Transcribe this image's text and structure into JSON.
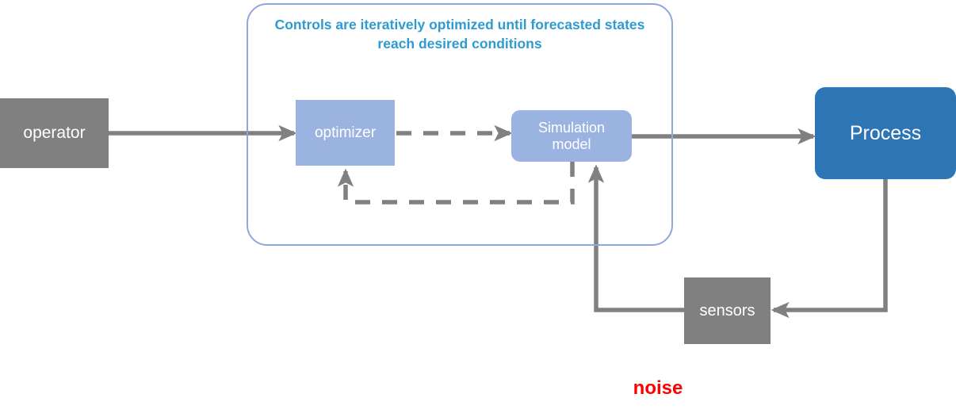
{
  "diagram": {
    "title_caption": "Controls are iteratively optimized until forecasted states reach desired conditions",
    "noise_label": "noise",
    "colors": {
      "gray_node": "#808080",
      "light_blue_node": "#9BB3E0",
      "process_blue": "#2E75B6",
      "group_border": "#8FA5DC",
      "caption_text": "#2E9BD0",
      "noise_text": "#FF0000",
      "connector_gray": "#808080"
    },
    "nodes": [
      {
        "id": "operator",
        "label": "operator"
      },
      {
        "id": "optimizer",
        "label": "optimizer"
      },
      {
        "id": "simulation",
        "label": "Simulation model"
      },
      {
        "id": "process",
        "label": "Process"
      },
      {
        "id": "sensors",
        "label": "sensors"
      }
    ],
    "connectors": [
      {
        "id": "operator-to-optimizer",
        "style": "solid",
        "arrow": true
      },
      {
        "id": "optimizer-to-simulation",
        "style": "dashed",
        "arrow": true
      },
      {
        "id": "simulation-to-process",
        "style": "solid",
        "arrow": true
      },
      {
        "id": "simulation-to-optimizer-feedback",
        "style": "dashed",
        "arrow": true
      },
      {
        "id": "process-to-sensors",
        "style": "solid",
        "arrow": true
      },
      {
        "id": "sensors-to-simulation",
        "style": "solid",
        "arrow": true
      }
    ]
  }
}
